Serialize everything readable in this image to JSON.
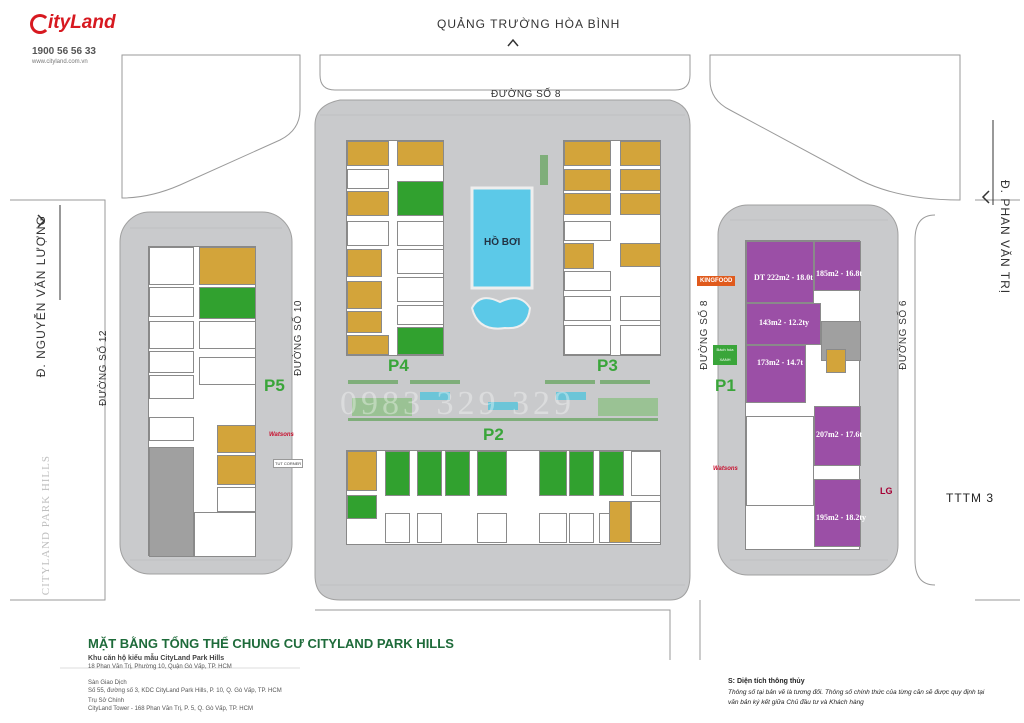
{
  "brand": {
    "logo_text": "ityLand",
    "hotline": "1900 56 56 33",
    "website": "www.cityland.com.vn",
    "color": "#d71920"
  },
  "roads": {
    "top": "QUẢNG TRƯỜNG HÒA BÌNH",
    "duong8": "ĐƯỜNG SỐ 8",
    "left_main": "Đ. NGUYỄN VĂN LƯỢNG",
    "duong12": "ĐƯỜNG SỐ 12",
    "duong10": "ĐƯỜNG SỐ 10",
    "duong8_right": "ĐƯỜNG SỐ 8",
    "duong6": "ĐƯỜNG SỐ 6",
    "right_main": "Đ. PHAN VĂN TRỊ",
    "tttm": "TTTM 3"
  },
  "zones": {
    "p1": "P1",
    "p2": "P2",
    "p3": "P3",
    "p4": "P4",
    "p5": "P5"
  },
  "pool_label": "HỒ BƠI",
  "purple_units": [
    {
      "area": "185m2 - 16.8t"
    },
    {
      "area": "DT 222m2 - 18.0t"
    },
    {
      "area": "143m2 - 12.2ty"
    },
    {
      "area": "173m2 - 14.7t"
    },
    {
      "area": "207m2 - 17.6t"
    },
    {
      "area": "195m2 - 18.2ty"
    }
  ],
  "stores": {
    "kingfood": "KINGFOOD",
    "watsons": "Watsons",
    "bach_hoa_xanh": "Bách hóa XANH",
    "lg": "LG",
    "tut": "TUT CORNER"
  },
  "watermark": "0983 329 329",
  "side_watermark": "CITYLAND PARK HILLS",
  "footer": {
    "title": "MẶT BẰNG TỔNG THỂ CHUNG CƯ CITYLAND PARK HILLS",
    "subtitle": "Khu căn hộ kiểu mẫu CityLand Park Hills",
    "address": "18 Phan Văn Trị, Phường 10, Quận Gò Vấp, TP. HCM",
    "sales_label": "Sàn Giao Dịch",
    "sales_address": "Số 55, đường số 3, KDC CityLand Park Hills, P. 10, Q. Gò Vấp, TP. HCM",
    "hq_label": "Trụ Sở Chính",
    "hq_address": "CityLand Tower - 168 Phan Văn Trị, P. 5, Q. Gò Vấp, TP. HCM",
    "note_title": "S: Diện tích thông thủy",
    "note_line1": "Thông số tại bản vẽ là tương đối. Thông số chính thức của từng căn sẽ được quy định tại",
    "note_line2": "văn bản ký kết giữa Chủ đầu tư và Khách hàng"
  },
  "colors": {
    "gold": "#d3a43a",
    "green": "#31a12f",
    "purple": "#9b4fa6",
    "pavement": "#c9cacc",
    "footer_title": "#1e6b3a"
  }
}
